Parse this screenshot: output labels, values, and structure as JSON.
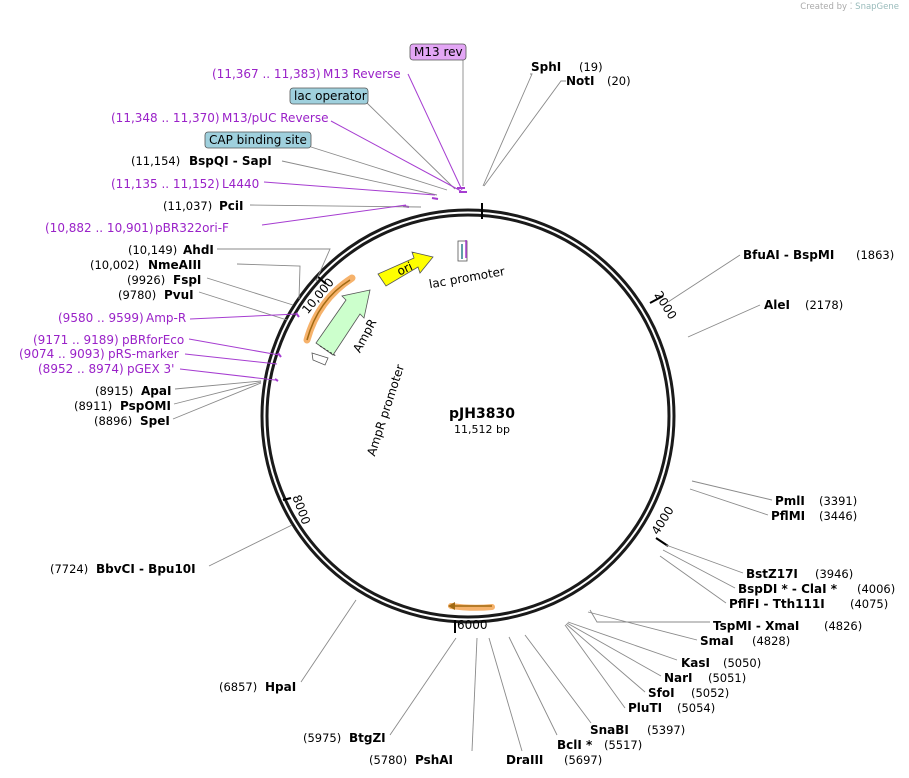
{
  "credit": {
    "prefix": "Created by",
    "brand": "SnapGene"
  },
  "plasmid": {
    "name": "pJH3830",
    "length": "11,512 bp"
  },
  "ticks": [
    "2000",
    "4000",
    "6000",
    "8000",
    "10,000"
  ],
  "sites_right": [
    {
      "name": "SphI",
      "pos": "(19)"
    },
    {
      "name": "NotI",
      "pos": "(20)"
    },
    {
      "name": "BfuAI  -  BspMI",
      "pos": "(1863)"
    },
    {
      "name": "AleI",
      "pos": "(2178)"
    },
    {
      "name": "PmlI",
      "pos": "(3391)"
    },
    {
      "name": "PflMI",
      "pos": "(3446)"
    },
    {
      "name": "BstZ17I",
      "pos": "(3946)"
    },
    {
      "name": "BspDI *  -  ClaI *",
      "pos": "(4006)"
    },
    {
      "name": "PflFI  -  Tth111I",
      "pos": "(4075)"
    },
    {
      "name": "TspMI  -  XmaI",
      "pos": "(4826)"
    },
    {
      "name": "SmaI",
      "pos": "(4828)"
    },
    {
      "name": "KasI",
      "pos": "(5050)"
    },
    {
      "name": "NarI",
      "pos": "(5051)"
    },
    {
      "name": "SfoI",
      "pos": "(5052)"
    },
    {
      "name": "PluTI",
      "pos": "(5054)"
    },
    {
      "name": "SnaBI",
      "pos": "(5397)"
    },
    {
      "name": "BclI *",
      "pos": "(5517)"
    },
    {
      "name": "DraIII",
      "pos": "(5697)"
    }
  ],
  "sites_left": [
    {
      "name": "PshAI",
      "pos": "(5780)"
    },
    {
      "name": "BtgZI",
      "pos": "(5975)"
    },
    {
      "name": "HpaI",
      "pos": "(6857)"
    },
    {
      "name": "BbvCI  -  Bpu10I",
      "pos": "(7724)"
    },
    {
      "name": "SpeI",
      "pos": "(8896)"
    },
    {
      "name": "PspOMI",
      "pos": "(8911)"
    },
    {
      "name": "ApaI",
      "pos": "(8915)"
    },
    {
      "name": "PvuI",
      "pos": "(9780)"
    },
    {
      "name": "FspI",
      "pos": "(9926)"
    },
    {
      "name": "NmeAIII",
      "pos": "(10,002)"
    },
    {
      "name": "AhdI",
      "pos": "(10,149)"
    },
    {
      "name": "PciI",
      "pos": "(11,037)"
    },
    {
      "name": "BspQI  -  SapI",
      "pos": "(11,154)"
    }
  ],
  "primers": [
    {
      "name": "M13 Reverse",
      "pos": "(11,367 .. 11,383)"
    },
    {
      "name": "M13/pUC Reverse",
      "pos": "(11,348 .. 11,370)"
    },
    {
      "name": "L4440",
      "pos": "(11,135 .. 11,152)"
    },
    {
      "name": "pBR322ori-F",
      "pos": "(10,882 .. 10,901)"
    },
    {
      "name": "Amp-R",
      "pos": "(9580 .. 9599)"
    },
    {
      "name": "pBRforEco",
      "pos": "(9171 .. 9189)"
    },
    {
      "name": "pRS-marker",
      "pos": "(9074 .. 9093)"
    },
    {
      "name": "pGEX 3'",
      "pos": "(8952 .. 8974)"
    }
  ],
  "boxed_features": [
    {
      "name": "M13 rev",
      "color": "#e3a6f5"
    },
    {
      "name": "lac operator",
      "color": "#9fd0dd"
    },
    {
      "name": "CAP binding site",
      "color": "#9fd0dd"
    }
  ],
  "arc_features": [
    {
      "name": "ori",
      "color": "#ffff00"
    },
    {
      "name": "AmpR",
      "color": "#ccffcc"
    },
    {
      "name": "AmpR promoter",
      "color": "#ffffff"
    },
    {
      "name": "lac promoter",
      "color": "#ffffff"
    }
  ],
  "colors": {
    "primer": "#9a22c8",
    "orf_highlight": "#f6b26b",
    "orf_arrow": "#a16a12"
  }
}
